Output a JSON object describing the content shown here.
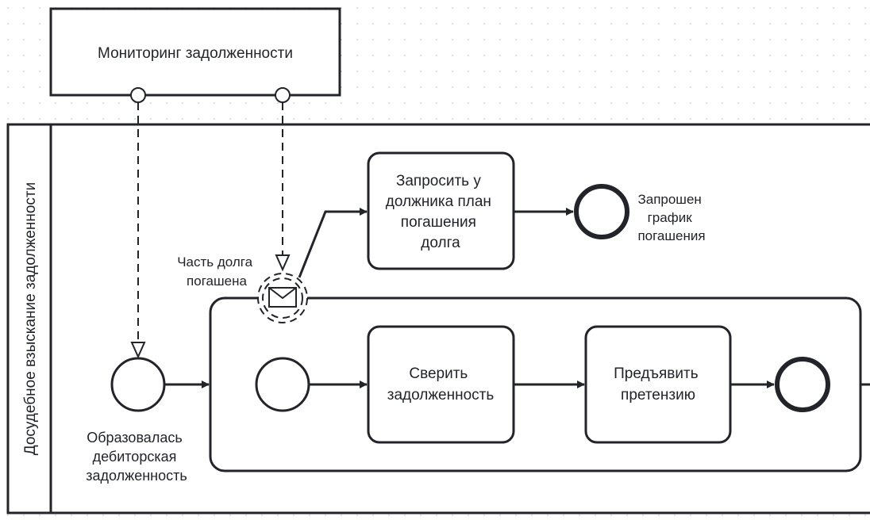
{
  "diagram": {
    "collapsed_pool": {
      "label": "Мониторинг задолженности"
    },
    "pool": {
      "label": "Досудебное взыскание задолженности"
    },
    "start_event": {
      "label_lines": [
        "Образовалась",
        "дебиторская",
        "задолженность"
      ]
    },
    "boundary_event": {
      "type": "message-icon",
      "label_lines": [
        "Часть долга",
        "погашена"
      ]
    },
    "task_request": {
      "label_lines": [
        "Запросить у",
        "должника план",
        "погашения",
        "долга"
      ]
    },
    "end_request": {
      "label_lines": [
        "Запрошен",
        "график",
        "погашения"
      ]
    },
    "task_verify": {
      "label_lines": [
        "Сверить",
        "задолженность"
      ]
    },
    "task_claim": {
      "label_lines": [
        "Предъявить",
        "претензию"
      ]
    }
  }
}
